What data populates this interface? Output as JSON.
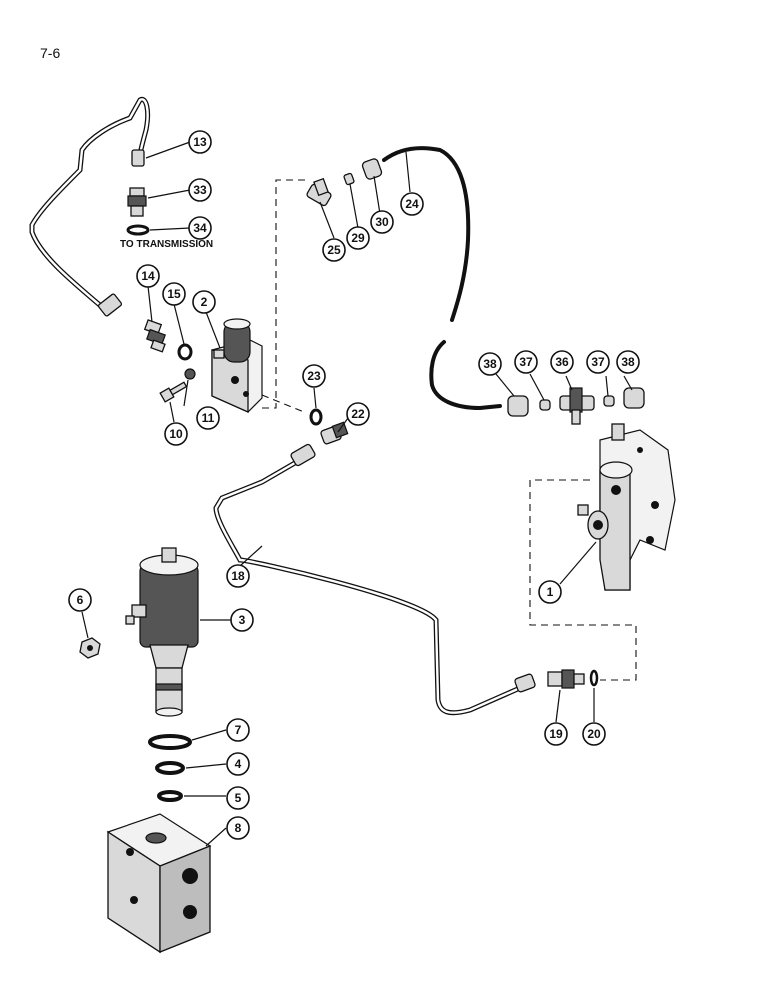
{
  "page": {
    "number": "7-6"
  },
  "notes": {
    "to_transmission": "TO TRANSMISSION"
  },
  "callouts": {
    "c1": "1",
    "c2": "2",
    "c3": "3",
    "c4": "4",
    "c5": "5",
    "c6": "6",
    "c7": "7",
    "c8": "8",
    "c10": "10",
    "c11": "11",
    "c13": "13",
    "c14": "14",
    "c15": "15",
    "c18": "18",
    "c19": "19",
    "c20": "20",
    "c22": "22",
    "c23": "23",
    "c24": "24",
    "c25": "25",
    "c29": "29",
    "c30": "30",
    "c33": "33",
    "c34": "34",
    "c36": "36",
    "c37a": "37",
    "c37b": "37",
    "c38a": "38",
    "c38b": "38"
  }
}
